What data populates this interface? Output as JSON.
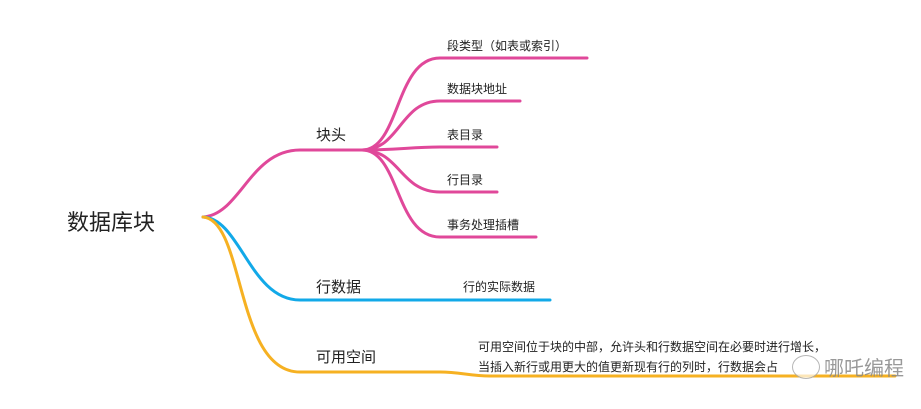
{
  "root": {
    "label": "数据库块"
  },
  "branches": [
    {
      "label": "块头",
      "color": "#e0489a",
      "children": [
        "段类型（如表或索引）",
        "数据块地址",
        "表目录",
        "行目录",
        "事务处理插槽"
      ]
    },
    {
      "label": "行数据",
      "color": "#12a9e8",
      "children": [
        "行的实际数据"
      ]
    },
    {
      "label": "可用空间",
      "color": "#f6b122",
      "children": [
        "可用空间位于块的中部，允许头和行数据空间在必要时进行增长，",
        "当插入新行或用更大的值更新现有行的列时，行数据会占"
      ]
    }
  ],
  "watermark": {
    "text": "哪吒编程",
    "icon": "wechat-icon"
  }
}
